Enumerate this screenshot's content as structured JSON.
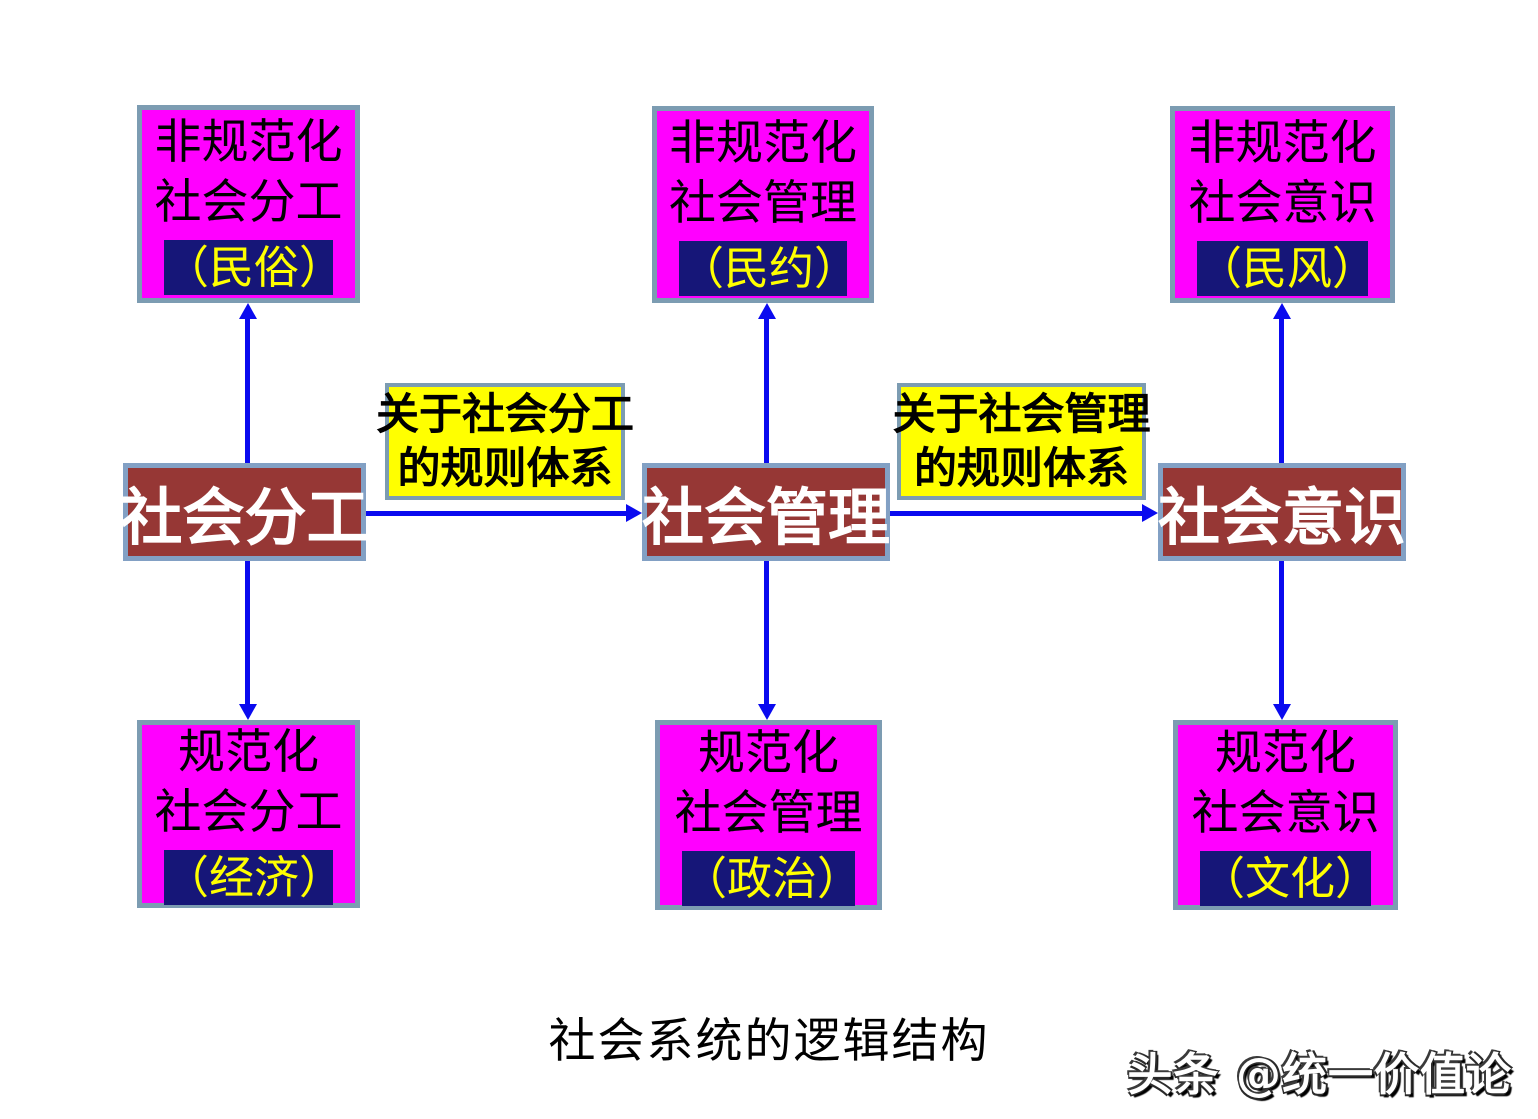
{
  "diagram": {
    "caption": "社会系统的逻辑结构",
    "watermark": "头条 @统一价值论",
    "colors": {
      "magenta_fill": "#FF00FF",
      "magenta_border": "#7C9CB2",
      "navy_band": "#161678",
      "tag_text": "#FFFF00",
      "brown_fill": "#963735",
      "brown_border": "#82A0C4",
      "yellow_fill": "#FFFF00",
      "arrow_blue": "#0A0AEF"
    },
    "top_row": [
      {
        "line1": "非规范化",
        "line2": "社会分工",
        "tag": "（民俗）"
      },
      {
        "line1": "非规范化",
        "line2": "社会管理",
        "tag": "（民约）"
      },
      {
        "line1": "非规范化",
        "line2": "社会意识",
        "tag": "（民风）"
      }
    ],
    "middle_row": [
      {
        "label": "社会分工"
      },
      {
        "label": "社会管理"
      },
      {
        "label": "社会意识"
      }
    ],
    "rule_labels": [
      {
        "line1": "关于社会分工",
        "line2": "的规则体系"
      },
      {
        "line1": "关于社会管理",
        "line2": "的规则体系"
      }
    ],
    "bottom_row": [
      {
        "line1": "规范化",
        "line2": "社会分工",
        "tag": "（经济）"
      },
      {
        "line1": "规范化",
        "line2": "社会管理",
        "tag": "（政治）"
      },
      {
        "line1": "规范化",
        "line2": "社会意识",
        "tag": "（文化）"
      }
    ]
  }
}
